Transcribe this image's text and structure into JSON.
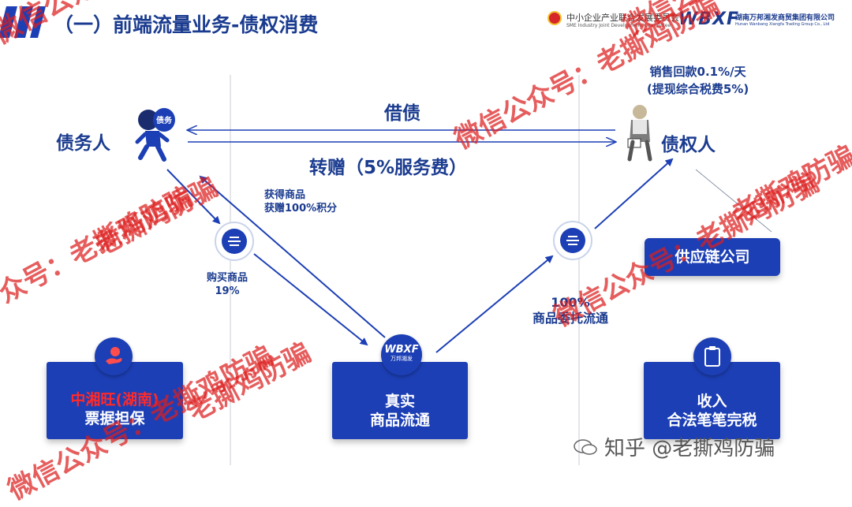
{
  "header": {
    "title": "（一）前端流量业务-债权消费",
    "partner_name": "中小企业产业联合发展委员会",
    "partner_sub": "SME Industry Joint Development Committee",
    "brand_mark": "WBXF",
    "company_name": "湖南万邦湘发商贸集团有限公司",
    "company_sub": "Hunan Wanbang Xiangfa Trading Group Co., Ltd"
  },
  "nodes": {
    "debtor": "债务人",
    "creditor": "债权人",
    "creditor_note_line1": "销售回款0.1%/天",
    "creditor_note_line2": "(提现综合税费5%)",
    "supply_chain": "供应链公司",
    "debtor_badge": "债务"
  },
  "edges": {
    "borrow": "借债",
    "transfer": "转赠（5%服务费）",
    "gain_line1": "获得商品",
    "gain_line2": "获赠100%积分",
    "buy_line1": "购买商品",
    "buy_line2": "19%",
    "consign_line1": "100%",
    "consign_line2": "商品委托流通"
  },
  "boxes": {
    "left_line1": "中湘旺(湖南)",
    "left_line2": "票据担保",
    "center_badge": "WBXF",
    "center_badge_sub": "万邦湘发",
    "center_line1": "真实",
    "center_line2": "商品流通",
    "right_line1": "收入",
    "right_line2": "合法笔笔完税"
  },
  "watermarks": [
    "微信公众号：老撕鸡防骗",
    "老撕鸡防骗",
    "众号：老撕鸡防骗",
    "老撕鸡防骗",
    "微信公众号：老撕鸡防骗",
    "微信公众号：老撕鸡防骗",
    "微信公众号：",
    "老撕鸡防骗",
    "微信公众号：老撕鸡防骗"
  ],
  "footer": {
    "credit": "知乎 @老撕鸡防骗"
  },
  "colors": {
    "primary": "#1c3fb5",
    "title": "#1a3b8f",
    "watermark": "#dc1e1e",
    "left_box_text_red": "#ff2a2a"
  }
}
